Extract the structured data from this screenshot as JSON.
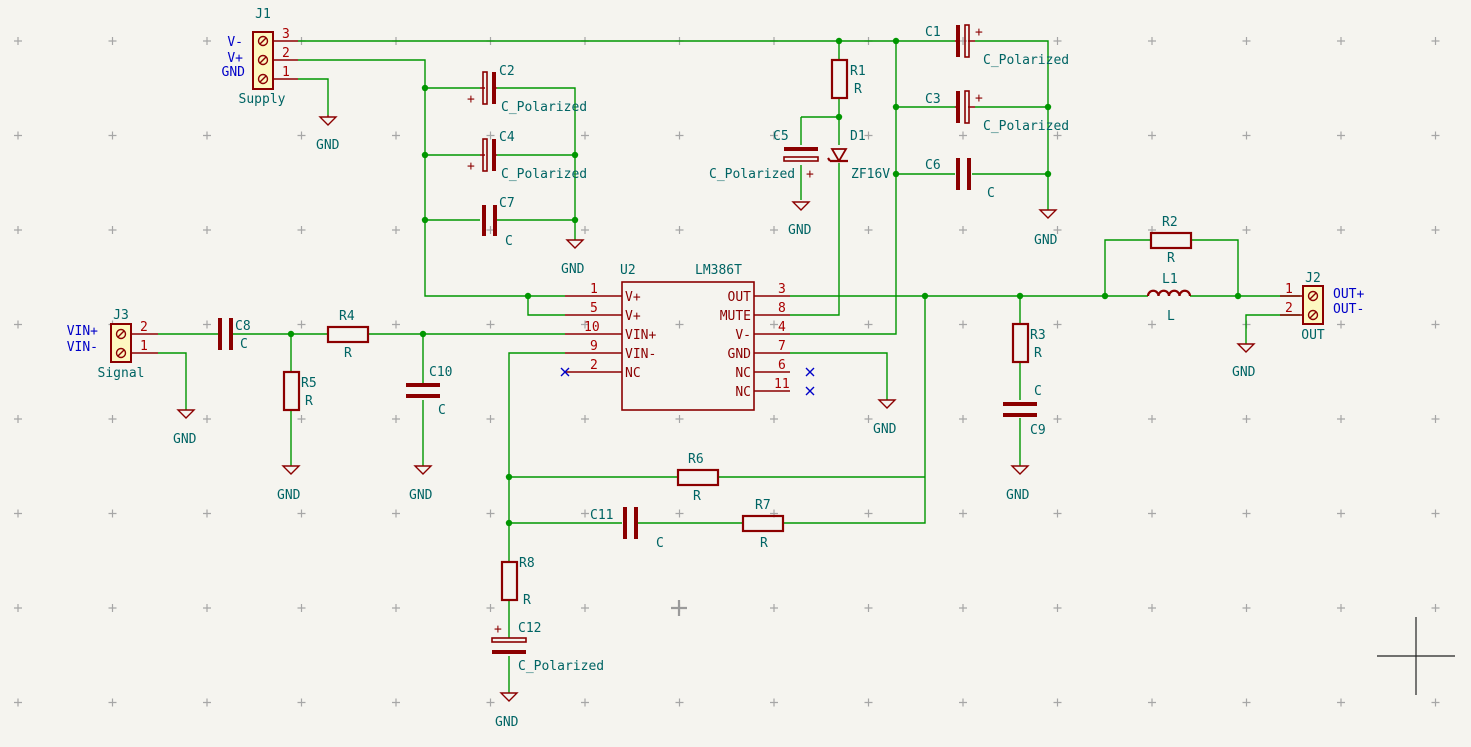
{
  "connectors": {
    "j1": {
      "ref": "J1",
      "value": "Supply",
      "pins": [
        "3",
        "2",
        "1"
      ],
      "labels": [
        "V-",
        "V+",
        "GND"
      ]
    },
    "j2": {
      "ref": "J2",
      "value": "OUT",
      "pins": [
        "1",
        "2"
      ],
      "labels": [
        "OUT+",
        "OUT-"
      ]
    },
    "j3": {
      "ref": "J3",
      "value": "Signal",
      "pins": [
        "2",
        "1"
      ],
      "labels": [
        "VIN+",
        "VIN-"
      ]
    }
  },
  "ic": {
    "ref": "U2",
    "value": "LM386T",
    "left_pins": [
      {
        "num": "1",
        "name": "V+"
      },
      {
        "num": "5",
        "name": "V+"
      },
      {
        "num": "10",
        "name": "VIN+"
      },
      {
        "num": "9",
        "name": "VIN-"
      },
      {
        "num": "2",
        "name": "NC"
      }
    ],
    "right_pins": [
      {
        "num": "3",
        "name": "OUT"
      },
      {
        "num": "8",
        "name": "MUTE"
      },
      {
        "num": "4",
        "name": "V-"
      },
      {
        "num": "7",
        "name": "GND"
      },
      {
        "num": "6",
        "name": "NC"
      },
      {
        "num": "11",
        "name": "NC"
      }
    ]
  },
  "components": {
    "c1": {
      "ref": "C1",
      "value": "C_Polarized",
      "plus": "+"
    },
    "c2": {
      "ref": "C2",
      "value": "C_Polarized",
      "plus": "+"
    },
    "c3": {
      "ref": "C3",
      "value": "C_Polarized",
      "plus": "+"
    },
    "c4": {
      "ref": "C4",
      "value": "C_Polarized",
      "plus": "+"
    },
    "c5": {
      "ref": "C5",
      "value": "C_Polarized",
      "plus": "+"
    },
    "c6": {
      "ref": "C6",
      "value": "C"
    },
    "c7": {
      "ref": "C7",
      "value": "C"
    },
    "c8": {
      "ref": "C8",
      "value": "C"
    },
    "c9": {
      "ref": "C9",
      "value": "C"
    },
    "c10": {
      "ref": "C10",
      "value": "C"
    },
    "c11": {
      "ref": "C11",
      "value": "C"
    },
    "c12": {
      "ref": "C12",
      "value": "C_Polarized",
      "plus": "+"
    },
    "r1": {
      "ref": "R1",
      "value": "R"
    },
    "r2": {
      "ref": "R2",
      "value": "R"
    },
    "r3": {
      "ref": "R3",
      "value": "R"
    },
    "r4": {
      "ref": "R4",
      "value": "R"
    },
    "r5": {
      "ref": "R5",
      "value": "R"
    },
    "r6": {
      "ref": "R6",
      "value": "R"
    },
    "r7": {
      "ref": "R7",
      "value": "R"
    },
    "r8": {
      "ref": "R8",
      "value": "R"
    },
    "d1": {
      "ref": "D1",
      "value": "ZF16V"
    },
    "l1": {
      "ref": "L1",
      "value": "L"
    }
  },
  "power": {
    "gnd": "GND"
  },
  "colors": {
    "background": "#f5f4ef",
    "wire": "#009600",
    "symbol": "#8b0000",
    "reference": "#006464",
    "label": "#0000c8",
    "grid": "#a6a6a6"
  }
}
